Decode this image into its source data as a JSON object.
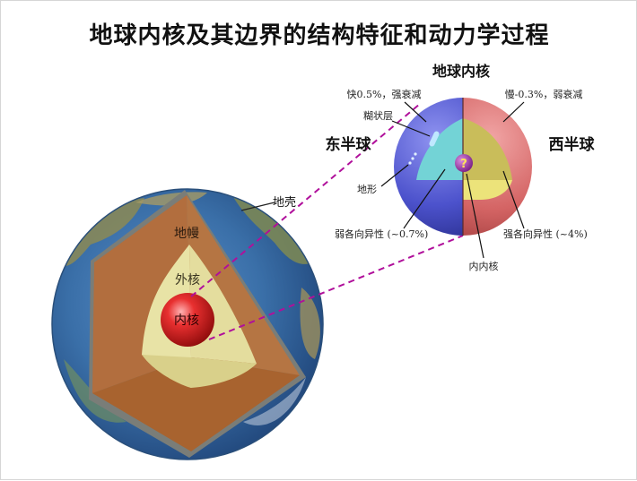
{
  "title": "地球内核及其边界的结构特征和动力学过程",
  "earth": {
    "crust_label": "地壳",
    "mantle_label": "地幔",
    "outer_core_label": "外核",
    "inner_core_label": "内核"
  },
  "inset": {
    "title": "地球内核",
    "east_label": "东半球",
    "west_label": "西半球",
    "east_top": "快0.5%，强衰减",
    "west_top": "慢-0.3%，弱衰减",
    "mushy_layer": "糊状层",
    "topography": "地形",
    "weak_aniso": "弱各向异性 (~0.7%)",
    "strong_aniso": "强各向异性 (~4%)",
    "innermost_core": "内内核",
    "question_mark": "?"
  },
  "colors": {
    "east_blue": "#4a4fc8",
    "west_red": "#d36464",
    "mantle_brown": "#b06b3e",
    "outer_core_cream": "#e8e3a6",
    "inner_core_red": "#d11a1a",
    "dash_magenta": "#b0109b"
  }
}
